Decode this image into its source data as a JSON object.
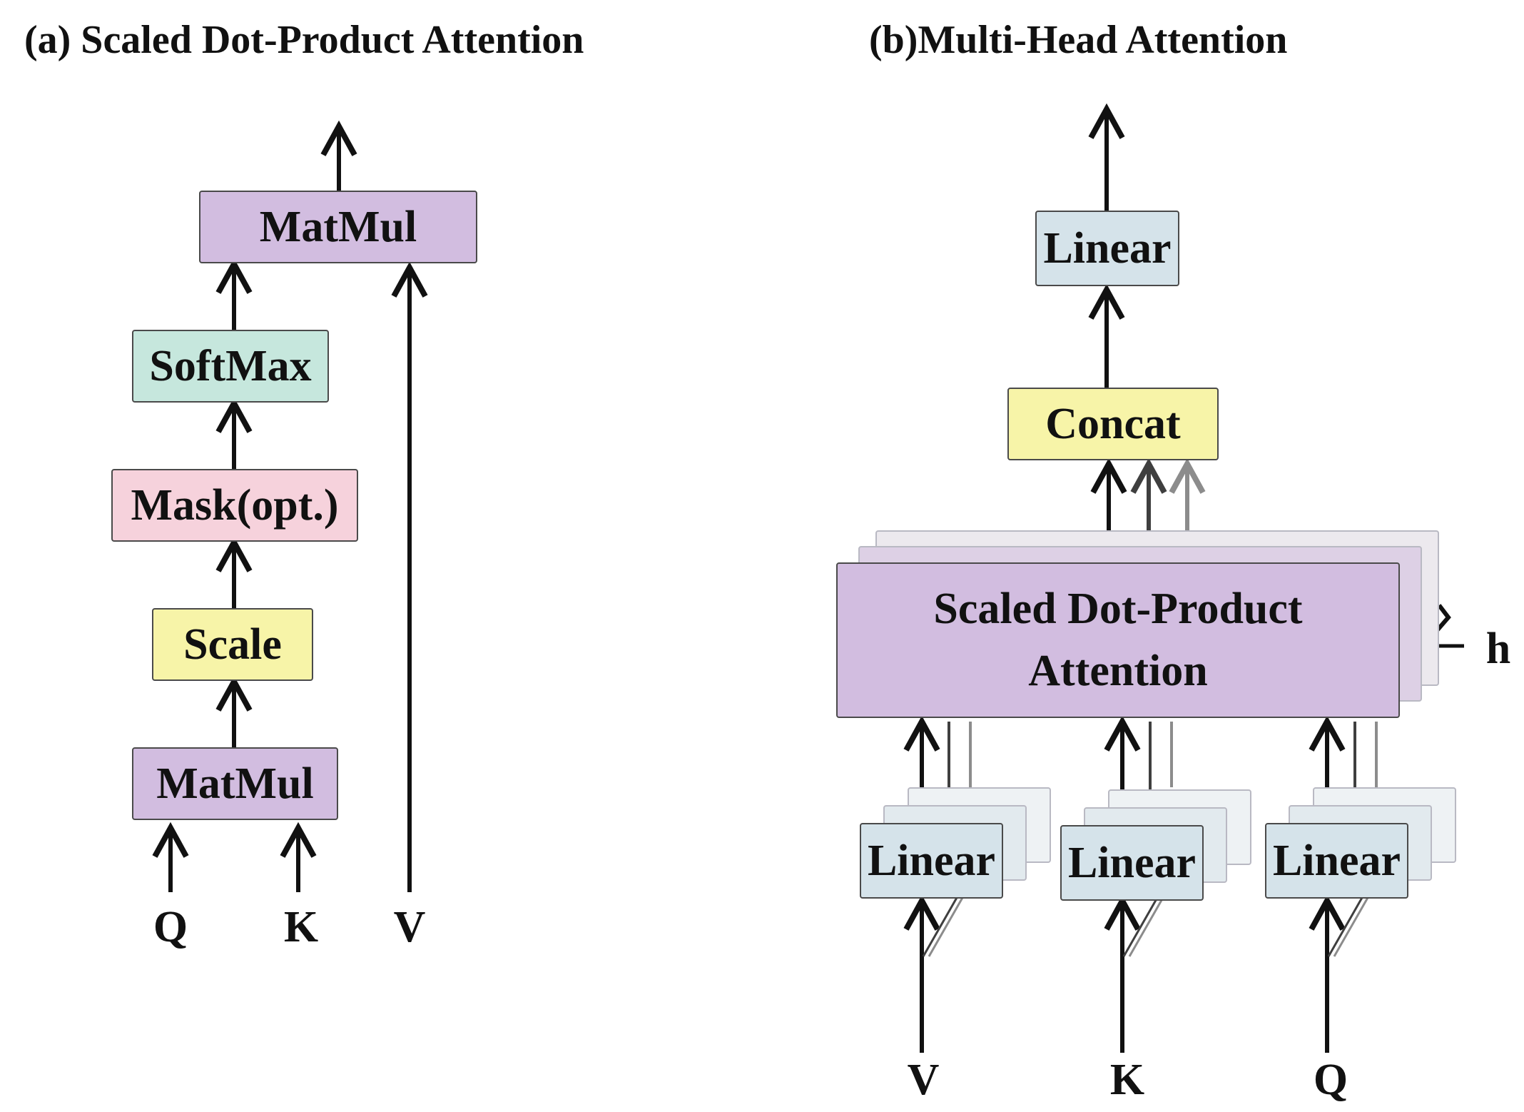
{
  "panel_a": {
    "title": "(a) Scaled Dot-Product Attention",
    "boxes": {
      "matmul_top": "MatMul",
      "softmax": "SoftMax",
      "mask": "Mask(opt.)",
      "scale": "Scale",
      "matmul_bottom": "MatMul"
    },
    "inputs": {
      "q": "Q",
      "k": "K",
      "v": "V"
    }
  },
  "panel_b": {
    "title": "(b)Multi-Head Attention",
    "boxes": {
      "linear_top": "Linear",
      "concat": "Concat",
      "sdpa_line1": "Scaled Dot-Product",
      "sdpa_line2": "Attention",
      "linear_v": "Linear",
      "linear_k": "Linear",
      "linear_q": "Linear"
    },
    "heads_label": "h",
    "inputs": {
      "v": "V",
      "k": "K",
      "q": "Q"
    }
  },
  "colors": {
    "purple": "#d2bde0",
    "teal": "#c6e7dd",
    "pink": "#f6d2dc",
    "yellow": "#f7f4a8",
    "blue": "#d5e3ea",
    "arrow": "#111111",
    "arrow_mid": "#3f3f3f",
    "arrow_light": "#8c8c8c"
  }
}
